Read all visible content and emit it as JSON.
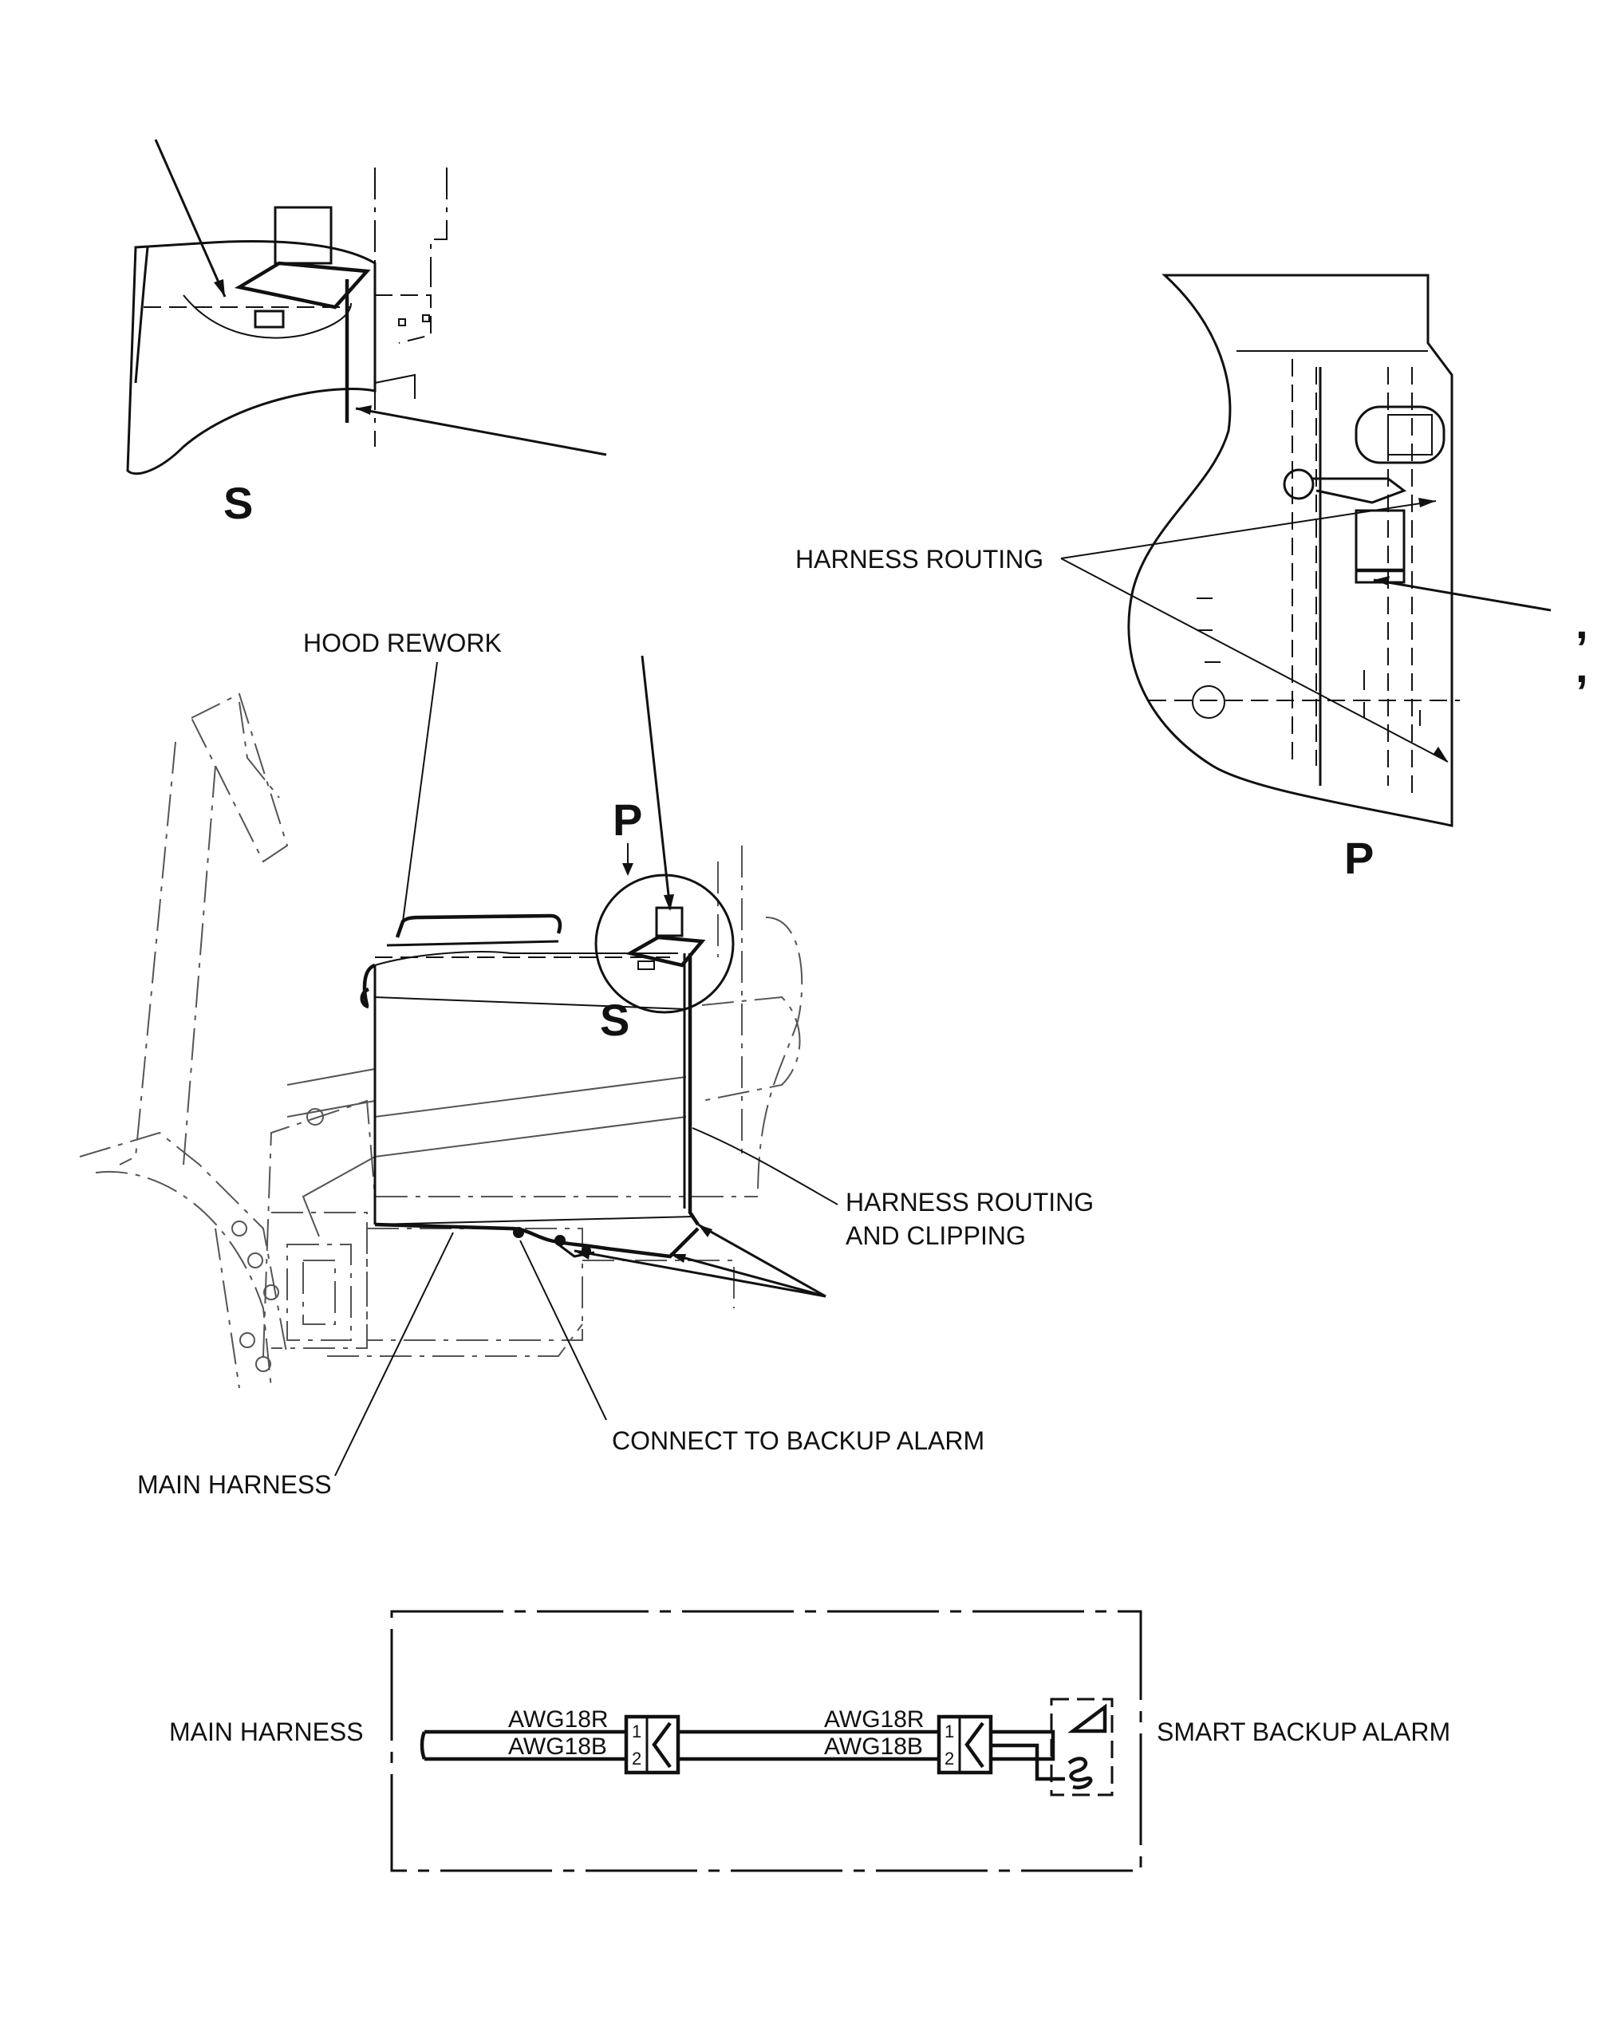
{
  "views": {
    "detail_s": {
      "label": "S"
    },
    "detail_p": {
      "label": "P",
      "callout": "HARNESS ROUTING",
      "marks": [
        ",",
        ","
      ]
    },
    "main": {
      "view_p_label": "P",
      "detail_s_label": "S",
      "callouts": {
        "hood_rework": "HOOD REWORK",
        "routing_clipping_line1": "HARNESS ROUTING",
        "routing_clipping_line2": "AND CLIPPING",
        "connect_backup_alarm": "CONNECT TO BACKUP ALARM",
        "main_harness": "MAIN HARNESS"
      }
    }
  },
  "schematic": {
    "left_label": "MAIN HARNESS",
    "right_label": "SMART BACKUP ALARM",
    "connector_left": {
      "wires": [
        "AWG18R",
        "AWG18B"
      ],
      "pins": [
        "1",
        "2"
      ]
    },
    "connector_right": {
      "wires": [
        "AWG18R",
        "AWG18B"
      ],
      "pins": [
        "1",
        "2"
      ]
    }
  }
}
